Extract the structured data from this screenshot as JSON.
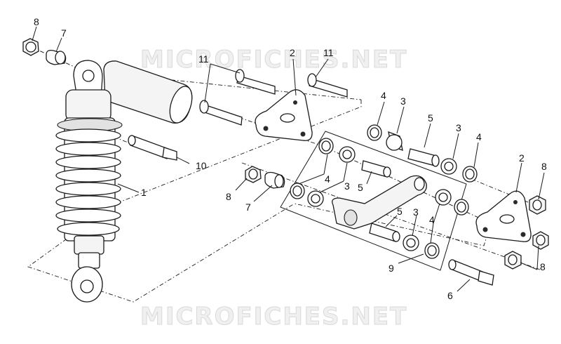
{
  "watermark_top": "MICROFICHES.NET",
  "watermark_bottom": "MICROFICHES.NET",
  "callouts": {
    "c8_tl": "8",
    "c7_tl": "7",
    "c11_a": "11",
    "c2_a": "2",
    "c11_b": "11",
    "c4_a": "4",
    "c3_a": "3",
    "c5_a": "5",
    "c3_b": "3",
    "c4_b": "4",
    "c10": "10",
    "c1": "1",
    "c8_mid": "8",
    "c7_mid": "7",
    "c4_c": "4",
    "c3_c": "3",
    "c5_b": "5",
    "c5_c": "5",
    "c3_d": "3",
    "c4_d": "4",
    "c9": "9",
    "c2_b": "2",
    "c8_r1": "8",
    "c8_r2": "8",
    "c6": "6"
  }
}
